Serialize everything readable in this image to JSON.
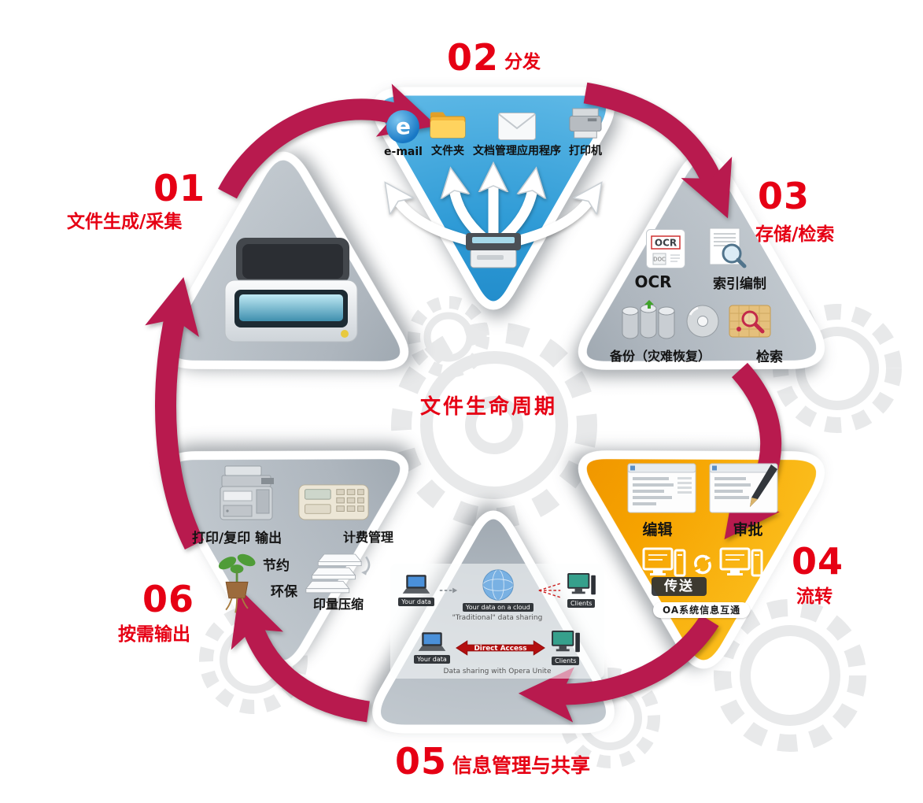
{
  "center_title": "文件生命周期",
  "stages": [
    {
      "num": "01",
      "label": "文件生成/采集"
    },
    {
      "num": "02",
      "label": "分发"
    },
    {
      "num": "03",
      "label": "存储/检索"
    },
    {
      "num": "04",
      "label": "流转"
    },
    {
      "num": "05",
      "label": "信息管理与共享"
    },
    {
      "num": "06",
      "label": "按需输出"
    }
  ],
  "distribution": {
    "icon_e_text": "e",
    "labels": [
      "e-mail",
      "文件夹",
      "文档管理应用程序",
      "打印机"
    ]
  },
  "storage": {
    "icon_ocr_text": "OCR",
    "icon_doc_text": "DOC",
    "ocr_label": "OCR",
    "index_label": "索引编制",
    "backup_label": "备份（灾难恢复）",
    "search_label": "检索"
  },
  "flow": {
    "edit_label": "编辑",
    "approve_label": "审批",
    "transfer_label": "传送",
    "oa_label": "OA系统信息互通"
  },
  "sharing": {
    "your_data": "Your data",
    "cloud_label": "Your data on a cloud",
    "clients": "Clients",
    "caption_traditional": "\"Traditional\" data sharing",
    "direct_access": "Direct Access",
    "caption_opera": "Data sharing with Opera Unite"
  },
  "output": {
    "print_label": "打印/复印 输出",
    "billing_label": "计费管理",
    "eco_line1": "节约",
    "eco_line2": "环保",
    "compress_label": "印量压缩"
  },
  "colors": {
    "stage_red": "#e60014",
    "arrow_crimson": "#b81a4e",
    "segment_gray": "#b9c1c8",
    "segment_blue": "#3fa8dc",
    "segment_orange": "#f6a800"
  }
}
